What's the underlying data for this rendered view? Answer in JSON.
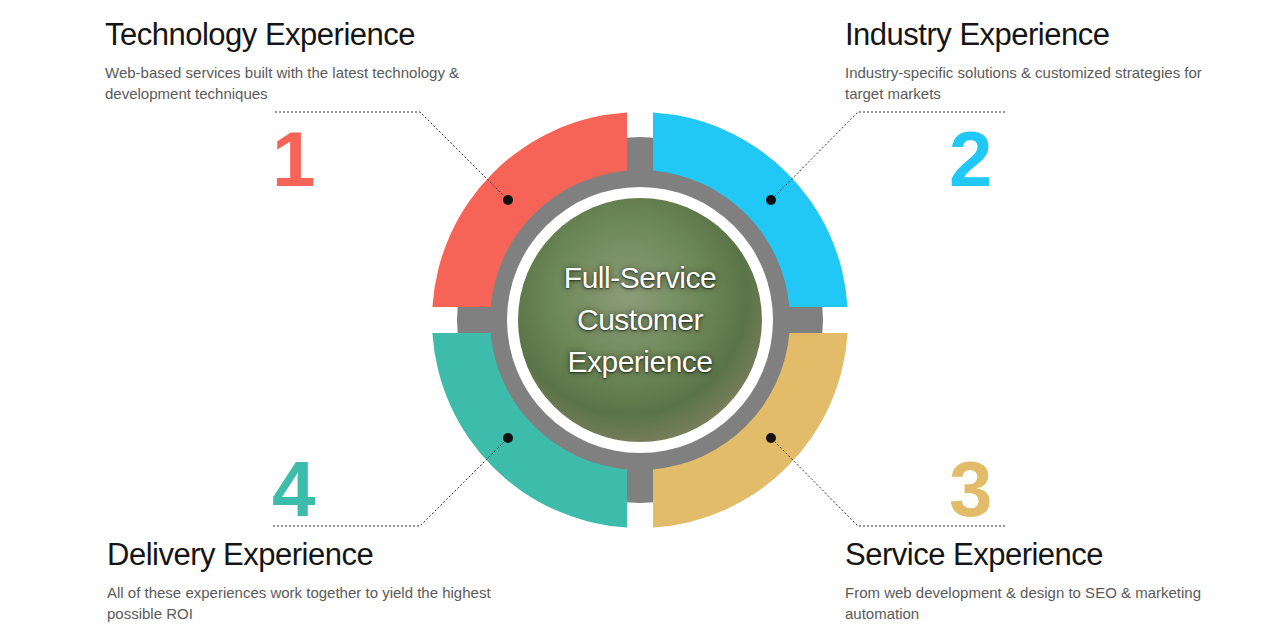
{
  "diagram": {
    "nodes": [
      {
        "text": [
          "Technology Experience",
          "Web-based services built with the latest technology & development techniques"
        ]
      },
      {
        "text": [
          "Industry Experience",
          "Industry-specific solutions & customized strategies for target markets"
        ]
      },
      {
        "text": [
          "Full-Service Customer Experience"
        ]
      },
      {
        "text": [
          "Delivery Experience",
          "All of these experiences work together to yield the highest possible ROI"
        ]
      },
      {
        "text": [
          "Service Experience",
          "From web development & design to SEO & marketing automation"
        ]
      }
    ],
    "labels": [
      "1",
      "2",
      "3",
      "4"
    ]
  }
}
